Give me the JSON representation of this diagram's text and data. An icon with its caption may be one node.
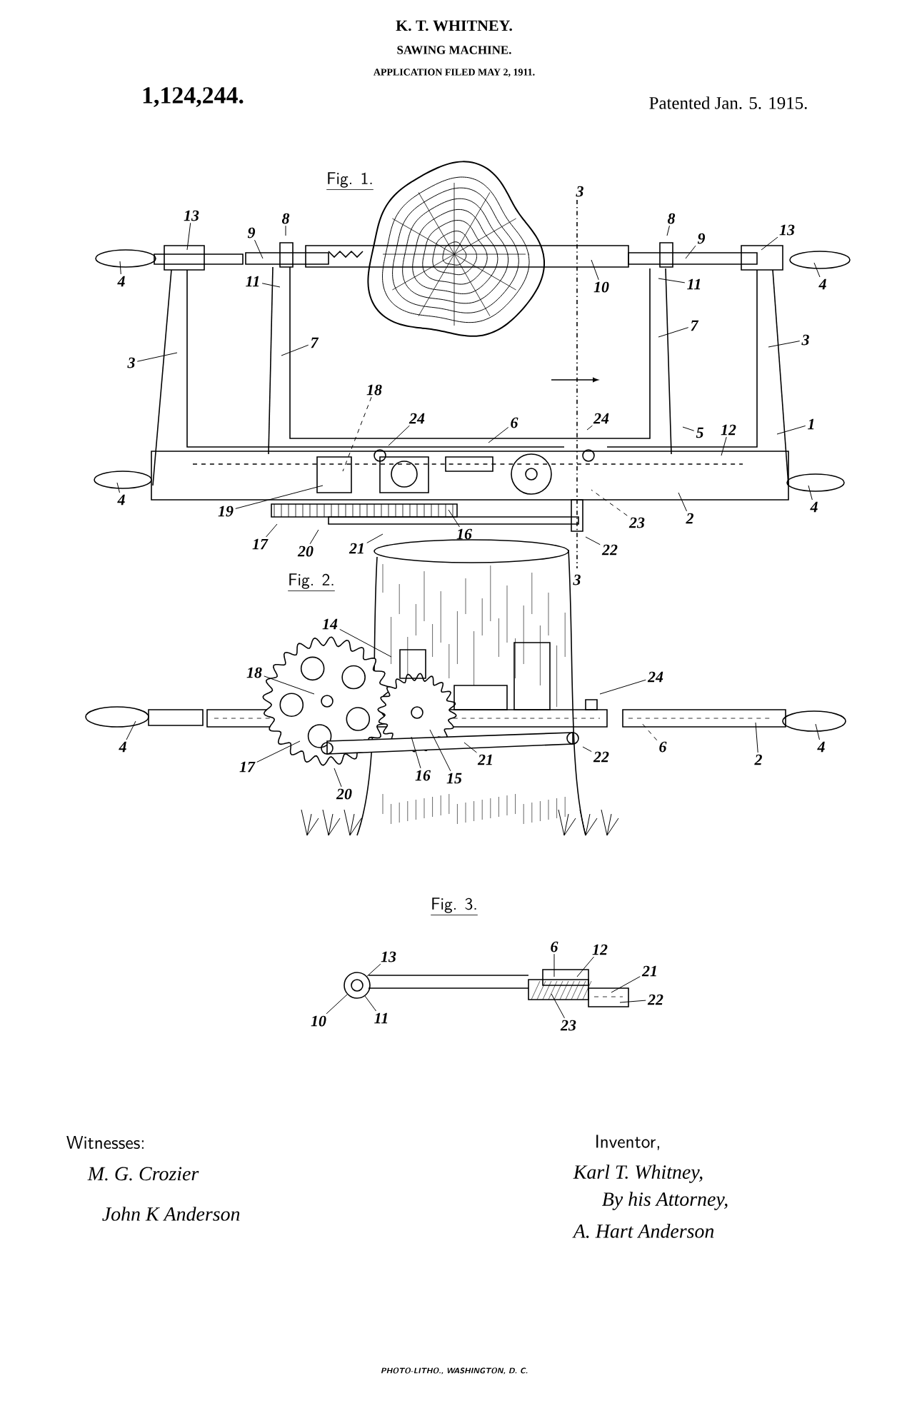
{
  "diagram": {
    "nodes": [
      {
        "text": [
          "13"
        ]
      },
      {
        "text": [
          "9"
        ]
      },
      {
        "text": [
          "8"
        ]
      },
      {
        "text": [
          "4"
        ]
      },
      {
        "text": [
          "11"
        ]
      },
      {
        "text": [
          "8"
        ]
      },
      {
        "text": [
          "9"
        ]
      },
      {
        "text": [
          "13"
        ]
      },
      {
        "text": [
          "4"
        ]
      },
      {
        "text": [
          "11"
        ]
      },
      {
        "text": [
          "10"
        ]
      },
      {
        "text": [
          "3"
        ]
      },
      {
        "text": [
          "7"
        ]
      },
      {
        "text": [
          "7"
        ]
      },
      {
        "text": [
          "3"
        ]
      },
      {
        "text": [
          "18"
        ]
      },
      {
        "text": [
          "24"
        ]
      },
      {
        "text": [
          "6"
        ]
      },
      {
        "text": [
          "24"
        ]
      },
      {
        "text": [
          "5"
        ]
      },
      {
        "text": [
          "12"
        ]
      },
      {
        "text": [
          "1"
        ]
      },
      {
        "text": [
          "4"
        ]
      },
      {
        "text": [
          "4"
        ]
      },
      {
        "text": [
          "19"
        ]
      },
      {
        "text": [
          "17"
        ]
      },
      {
        "text": [
          "20"
        ]
      },
      {
        "text": [
          "21"
        ]
      },
      {
        "text": [
          "16"
        ]
      },
      {
        "text": [
          "23"
        ]
      },
      {
        "text": [
          "2"
        ]
      },
      {
        "text": [
          "22"
        ]
      },
      {
        "text": [
          "14"
        ]
      },
      {
        "text": [
          "18"
        ]
      },
      {
        "text": [
          "24"
        ]
      },
      {
        "text": [
          "4"
        ]
      },
      {
        "text": [
          "17"
        ]
      },
      {
        "text": [
          "20"
        ]
      },
      {
        "text": [
          "16"
        ]
      },
      {
        "text": [
          "15"
        ]
      },
      {
        "text": [
          "21"
        ]
      },
      {
        "text": [
          "22"
        ]
      },
      {
        "text": [
          "6"
        ]
      },
      {
        "text": [
          "2"
        ]
      },
      {
        "text": [
          "4"
        ]
      },
      {
        "text": [
          "13"
        ]
      },
      {
        "text": [
          "10"
        ]
      },
      {
        "text": [
          "11"
        ]
      },
      {
        "text": [
          "6"
        ]
      },
      {
        "text": [
          "12"
        ]
      },
      {
        "text": [
          "21"
        ]
      },
      {
        "text": [
          "22"
        ]
      },
      {
        "text": [
          "23"
        ]
      },
      {
        "text": [],
        "shape": "circle"
      }
    ],
    "edges": [
      {
        "from": 0,
        "to": null,
        "arrow": "none"
      },
      {
        "from": 1,
        "to": null,
        "arrow": "none"
      },
      {
        "from": 2,
        "to": null,
        "arrow": "none"
      },
      {
        "from": 3,
        "to": null,
        "arrow": "none"
      },
      {
        "from": 4,
        "to": null,
        "arrow": "none"
      },
      {
        "from": 5,
        "to": null,
        "arrow": "none"
      },
      {
        "from": 6,
        "to": null,
        "arrow": "none"
      },
      {
        "from": 7,
        "to": null,
        "arrow": "none"
      },
      {
        "from": 8,
        "to": null,
        "arrow": "none"
      },
      {
        "from": 9,
        "to": null,
        "arrow": "none"
      },
      {
        "from": 10,
        "to": null,
        "arrow": "none"
      },
      {
        "from": 11,
        "to": null,
        "arrow": "none"
      },
      {
        "from": 12,
        "to": null,
        "arrow": "none"
      },
      {
        "from": 13,
        "to": null,
        "arrow": "none"
      },
      {
        "from": 14,
        "to": null,
        "arrow": "none"
      },
      {
        "from": 15,
        "to": null,
        "arrow": "none",
        "style": "dashed"
      },
      {
        "from": 16,
        "to": null,
        "arrow": "none"
      },
      {
        "from": 17,
        "to": null,
        "arrow": "none"
      },
      {
        "from": 18,
        "to": null,
        "arrow": "none"
      },
      {
        "from": 19,
        "to": null,
        "arrow": "none"
      },
      {
        "from": 20,
        "to": null,
        "arrow": "none"
      },
      {
        "from": 21,
        "to": null,
        "arrow": "none"
      },
      {
        "from": 22,
        "to": null,
        "arrow": "none"
      },
      {
        "from": 23,
        "to": null,
        "arrow": "none"
      },
      {
        "from": 24,
        "to": null,
        "arrow": "none"
      },
      {
        "from": 25,
        "to": null,
        "arrow": "none"
      },
      {
        "from": 26,
        "to": null,
        "arrow": "none"
      },
      {
        "from": 27,
        "to": null,
        "arrow": "none"
      },
      {
        "from": 28,
        "to": null,
        "arrow": "none"
      },
      {
        "from": 29,
        "to": null,
        "arrow": "none",
        "style": "dashed"
      },
      {
        "from": 30,
        "to": null,
        "arrow": "none"
      },
      {
        "from": 31,
        "to": null,
        "arrow": "none"
      },
      {
        "from": 32,
        "to": null,
        "arrow": "none"
      },
      {
        "from": 33,
        "to": null,
        "arrow": "none"
      },
      {
        "from": 34,
        "to": null,
        "arrow": "none"
      },
      {
        "from": 35,
        "to": null,
        "arrow": "none"
      },
      {
        "from": 36,
        "to": null,
        "arrow": "none"
      },
      {
        "from": 37,
        "to": null,
        "arrow": "none"
      },
      {
        "from": 38,
        "to": null,
        "arrow": "none"
      },
      {
        "from": 39,
        "to": null,
        "arrow": "none"
      },
      {
        "from": 40,
        "to": null,
        "arrow": "none"
      },
      {
        "from": 41,
        "to": null,
        "arrow": "none"
      },
      {
        "from": 42,
        "to": null,
        "arrow": "none",
        "style": "dashed"
      },
      {
        "from": 43,
        "to": null,
        "arrow": "none"
      },
      {
        "from": 44,
        "to": null,
        "arrow": "none"
      },
      {
        "from": 45,
        "to": 53,
        "arrow": "none"
      },
      {
        "from": 46,
        "to": 53,
        "arrow": "none"
      },
      {
        "from": 47,
        "to": 53,
        "arrow": "none"
      },
      {
        "from": 48,
        "to": null,
        "arrow": "none"
      },
      {
        "from": 49,
        "to": null,
        "arrow": "none"
      },
      {
        "from": 50,
        "to": null,
        "arrow": "none"
      },
      {
        "from": 51,
        "to": null,
        "arrow": "none"
      },
      {
        "from": 52,
        "to": null,
        "arrow": "none"
      }
    ],
    "labels": [
      "K. T. WHITNEY.",
      "SAWING MACHINE.",
      "APPLICATION FILED MAY 2, 1911.",
      "1,124,244.",
      "Patented Jan. 5. 1915.",
      "Fig. 1.",
      "3",
      "3",
      "Fig. 2.",
      "Fig. 3.",
      "Witnesses:",
      "M. G. Crozier",
      "John K Anderson",
      "Inventor,",
      "Karl T. Whitney,",
      "By his Attorney,",
      "A. Hart Anderson",
      "PHOTO-LITHO., WASHINGTON, D. C."
    ]
  }
}
